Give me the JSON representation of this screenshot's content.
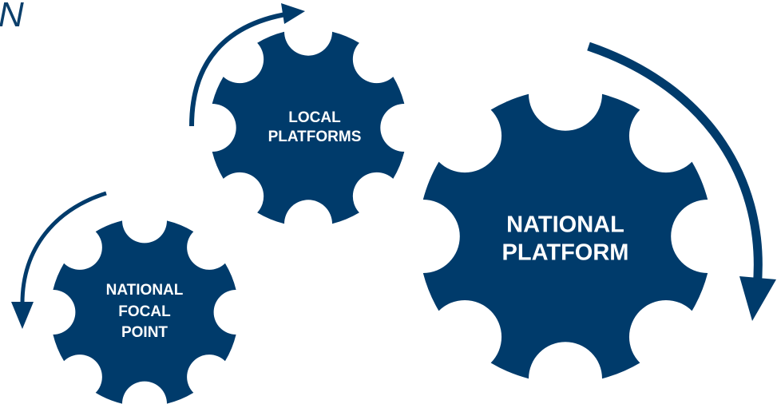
{
  "colors": {
    "gear": "#003b6b",
    "arrow": "#003b6b",
    "text": "#ffffff",
    "background": "#ffffff"
  },
  "corner_fragment": "N",
  "gears": [
    {
      "id": "local",
      "lines": [
        "LOCAL",
        "PLATFORMS"
      ]
    },
    {
      "id": "national",
      "lines": [
        "NATIONAL",
        "PLATFORM"
      ]
    },
    {
      "id": "focal",
      "lines": [
        "NATIONAL",
        "FOCAL",
        "POINT"
      ]
    }
  ]
}
